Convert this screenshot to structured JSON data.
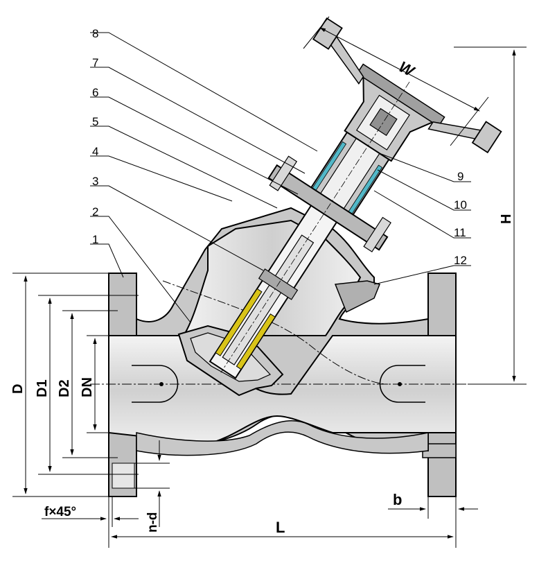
{
  "colors": {
    "body_fill": "#c8c8c8",
    "body_dark": "#9a9a9a",
    "interior_light": "#eeeeee",
    "interior_mid": "#d4d4d4",
    "seal_yellow": "#d9c419",
    "stem_cyan": "#52b8c8",
    "line": "#000000"
  },
  "part_numbers": [
    "1",
    "2",
    "3",
    "4",
    "5",
    "6",
    "7",
    "8",
    "9",
    "10",
    "11",
    "12"
  ],
  "dimensions": {
    "D": "D",
    "D1": "D1",
    "D2": "D2",
    "DN": "DN",
    "H": "H",
    "W": "W",
    "L": "L",
    "b": "b",
    "nd": "n-d",
    "f45": "f×45°"
  }
}
